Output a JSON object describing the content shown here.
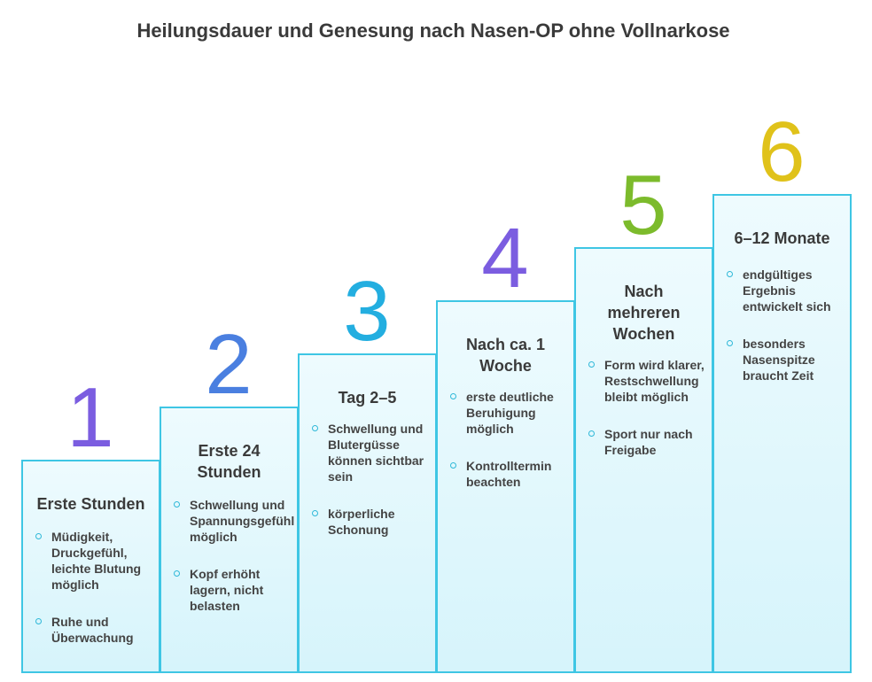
{
  "title": "Heilungsdauer und Genesung nach Nasen-OP ohne Vollnarkose",
  "colors": {
    "border": "#3ec6e4",
    "bullet": "#2fb8d8"
  },
  "steps": [
    {
      "number": "1",
      "color": "#7b5de0",
      "title": "Erste Stunden",
      "bullets": [
        "Müdigkeit, Druckgefühl, leichte Blutung möglich",
        "Ruhe und Überwachung"
      ]
    },
    {
      "number": "2",
      "color": "#4a7fe0",
      "title": "Erste 24 Stunden",
      "bullets": [
        "Schwellung und Spannungsgefühl möglich",
        "Kopf erhöht lagern, nicht belasten"
      ]
    },
    {
      "number": "3",
      "color": "#23aee0",
      "title": "Tag 2–5",
      "bullets": [
        "Schwellung und Blutergüsse können sichtbar sein",
        "körperliche Schonung"
      ]
    },
    {
      "number": "4",
      "color": "#7b5de0",
      "title": "Nach ca. 1 Woche",
      "bullets": [
        "erste deutliche Beruhigung möglich",
        "Kontrolltermin beachten"
      ]
    },
    {
      "number": "5",
      "color": "#7cbb2c",
      "title": "Nach mehreren Wochen",
      "bullets": [
        "Form wird klarer, Restschwellung bleibt möglich",
        "Sport nur nach Freigabe"
      ]
    },
    {
      "number": "6",
      "color": "#e0c21a",
      "title": "6–12 Monate",
      "bullets": [
        "endgültiges Ergebnis entwickelt sich",
        "besonders Nasenspitze braucht Zeit"
      ]
    }
  ]
}
